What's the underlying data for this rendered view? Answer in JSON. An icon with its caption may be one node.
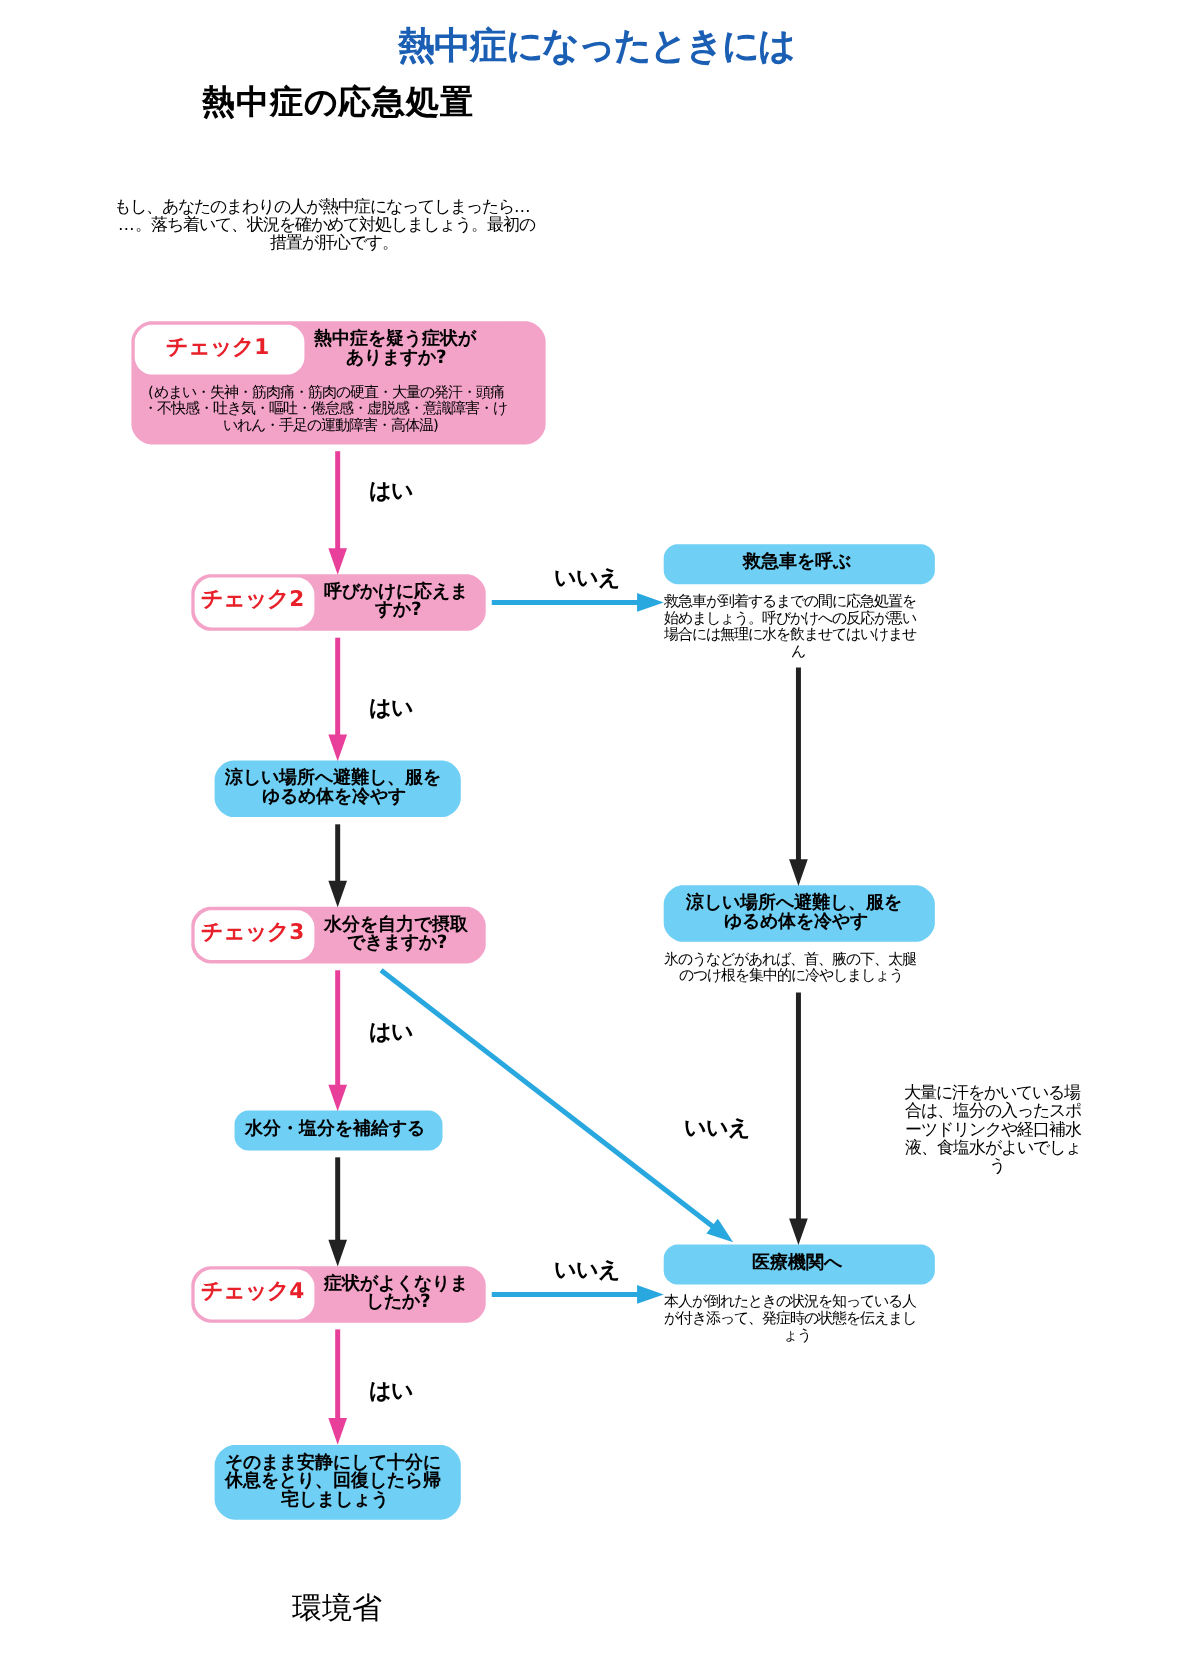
{
  "diagram": {
    "title": "熱中症になったときには",
    "nodes": [
      {
        "text": [
          "チェック1",
          "熱中症を疑う症状がありますか?",
          "(めまい・失神・筋肉痛・筋肉の硬直・大量の発汗・頭痛・不快感・吐き気・嘔吐・倦怠感・虚脱感・意識障害・けいれん・手足の運動障害・高体温)"
        ]
      },
      {
        "text": [
          "チェック2",
          "呼びかけに応えますか?"
        ]
      },
      {
        "text": [
          "救急車を呼ぶ"
        ],
        "beside": [
          "救急車が到着するまでの間に応急処置を始めましょう。呼びかけへの反応が悪い場合には無理に水を飲ませてはいけません"
        ]
      },
      {
        "text": [
          "涼しい場所へ避難し、服をゆるめ体を冷やす"
        ]
      },
      {
        "text": [
          "チェック3",
          "水分を自力で摂取できますか?"
        ]
      },
      {
        "text": [
          "水分・塩分を補給する"
        ]
      },
      {
        "text": [
          "チェック4",
          "症状がよくなりましたか?"
        ]
      },
      {
        "text": [
          "そのまま安静にして十分に休息をとり、回復したら帰宅しましょう"
        ]
      },
      {
        "text": [
          "涼しい場所へ避難し、服をゆるめ体を冷やす"
        ],
        "beside": [
          "氷のうなどがあれば、首、腋の下、太腿のつけ根を集中的に冷やしましょう"
        ]
      },
      {
        "text": [
          "医療機関へ"
        ],
        "beside": [
          "本人が倒れたときの状況を知っている人が付き添って、発症時の状態を伝えましょう"
        ]
      }
    ],
    "edges": [
      {
        "from": 0,
        "to": 1,
        "arrow": "to",
        "label": "はい",
        "color": "#e8409a"
      },
      {
        "from": 1,
        "to": 2,
        "arrow": "to",
        "label": "いいえ",
        "color": "#29a8e0"
      },
      {
        "from": 1,
        "to": 3,
        "arrow": "to",
        "label": "はい",
        "color": "#e8409a"
      },
      {
        "from": 3,
        "to": 4,
        "arrow": "to",
        "color": "#222222"
      },
      {
        "from": 4,
        "to": 9,
        "arrow": "to",
        "label": "いいえ",
        "color": "#29a8e0"
      },
      {
        "from": 4,
        "to": 5,
        "arrow": "to",
        "label": "はい",
        "color": "#e8409a"
      },
      {
        "from": 5,
        "to": 6,
        "arrow": "to",
        "color": "#222222"
      },
      {
        "from": 6,
        "to": 9,
        "arrow": "to",
        "label": "いいえ",
        "color": "#29a8e0"
      },
      {
        "from": 6,
        "to": 7,
        "arrow": "to",
        "label": "はい",
        "color": "#e8409a"
      },
      {
        "from": 2,
        "to": 8,
        "arrow": "to",
        "color": "#222222"
      },
      {
        "from": 8,
        "to": 9,
        "arrow": "to",
        "color": "#222222"
      }
    ],
    "labels": [
      "熱中症の応急処置",
      "もし、あなたのまわりの人が熱中症になってしまったら……。落ち着いて、状況を確かめて対処しましょう。最初の措置が肝心です。",
      "大量に汗をかいている場合は、塩分の入ったスポーツドリンクや経口補水液、食塩水がよいでしょう",
      "環境省"
    ]
  }
}
